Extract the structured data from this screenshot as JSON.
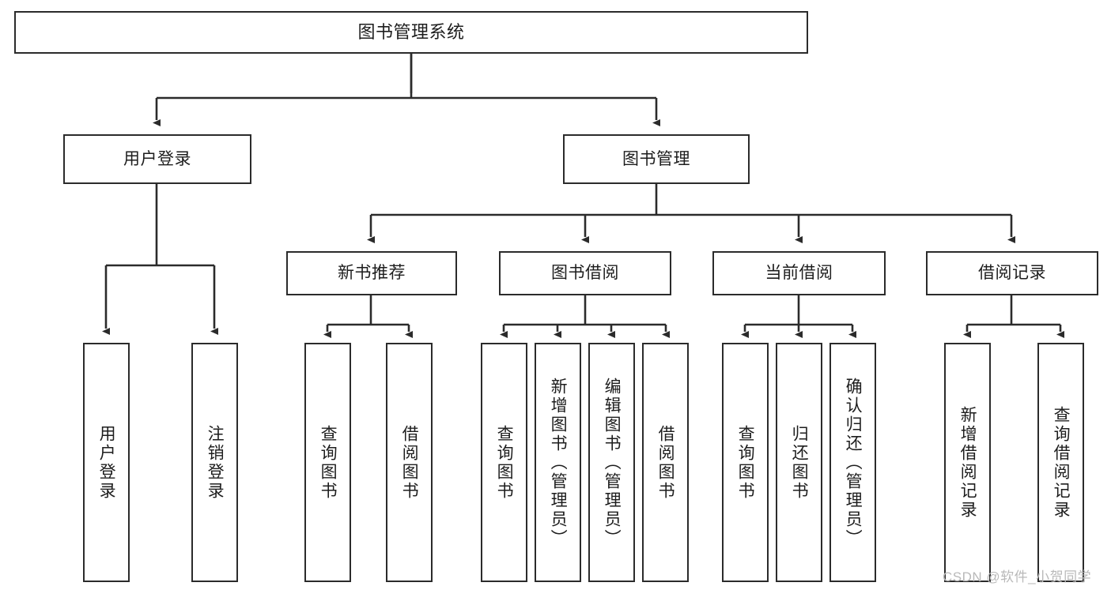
{
  "diagram": {
    "type": "tree",
    "title": "图书管理系统",
    "background_color": "#ffffff",
    "line_color": "#2b2b2b",
    "text_color": "#1d1d1d",
    "nodes": {
      "root": {
        "label": "图书管理系统"
      },
      "level1": [
        {
          "label": "用户登录"
        },
        {
          "label": "图书管理"
        }
      ],
      "level2": [
        {
          "label": "新书推荐"
        },
        {
          "label": "图书借阅"
        },
        {
          "label": "当前借阅"
        },
        {
          "label": "借阅记录"
        }
      ],
      "leaves_user_login": [
        {
          "label": "用户登录"
        },
        {
          "label": "注销登录"
        }
      ],
      "leaves_new_books": [
        {
          "label": "查询图书"
        },
        {
          "label": "借阅图书"
        }
      ],
      "leaves_borrow": [
        {
          "label": "查询图书"
        },
        {
          "label": "新增图书（管理员）"
        },
        {
          "label": "编辑图书（管理员）"
        },
        {
          "label": "借阅图书"
        }
      ],
      "leaves_current": [
        {
          "label": "查询图书"
        },
        {
          "label": "归还图书"
        },
        {
          "label": "确认归还（管理员）"
        }
      ],
      "leaves_records": [
        {
          "label": "新增借阅记录"
        },
        {
          "label": "查询借阅记录"
        }
      ]
    }
  },
  "watermark": {
    "text": "CSDN @软件_小贺同学"
  }
}
